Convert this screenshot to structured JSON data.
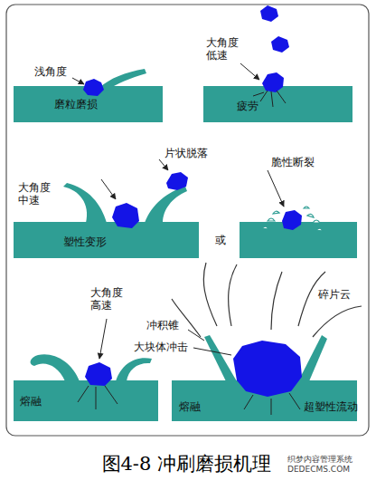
{
  "diagram": {
    "caption": "图4-8 冲刷磨损机理",
    "labels": [
      "浅角度",
      "磨粒磨损",
      "大角度 低速",
      "疲劳",
      "大角度 中速",
      "片状脱落",
      "塑性变形",
      "或",
      "脆性断裂",
      "大角度 高速",
      "熔融",
      "冲积锥",
      "大块体冲击",
      "碎片云",
      "熔融",
      "超塑性流动",
      "织梦内容管理系统",
      "DEDECMS.COM"
    ]
  }
}
